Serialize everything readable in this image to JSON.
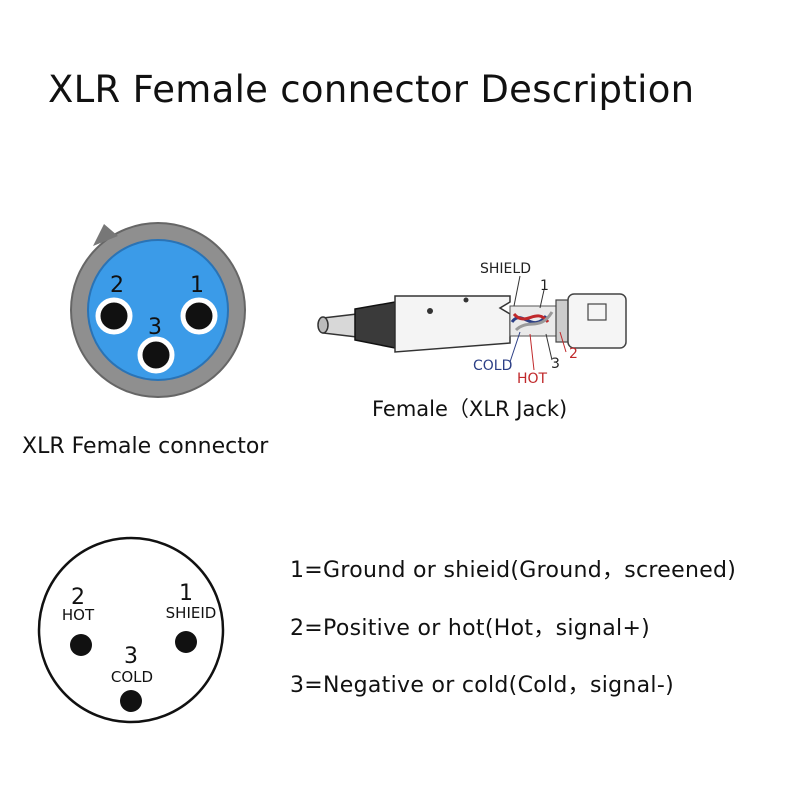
{
  "title": "XLR Female connector  Description",
  "face_diagram": {
    "caption": "XLR Female connector",
    "pin_numbers": [
      "2",
      "1",
      "3"
    ],
    "colors": {
      "body": "#8f8f8f",
      "face": "#3b9be8",
      "pin": "#111111"
    }
  },
  "plug_diagram": {
    "caption": "Female（XLR Jack)",
    "labels": {
      "shield": "SHIELD",
      "pin1": "1",
      "cold": "COLD",
      "hot": "HOT",
      "pin3": "3",
      "pin2": "2"
    },
    "colors": {
      "cold": "#2c3f86",
      "hot": "#c0282a"
    }
  },
  "pin_map": {
    "pins": [
      {
        "number": "2",
        "name": "HOT"
      },
      {
        "number": "1",
        "name": "SHIEID"
      },
      {
        "number": "3",
        "name": "COLD"
      }
    ]
  },
  "descriptions": [
    "1=Ground or shieid(Ground，screened)",
    "2=Positive or hot(Hot，signal+)",
    "3=Negative or cold(Cold，signal-)"
  ]
}
